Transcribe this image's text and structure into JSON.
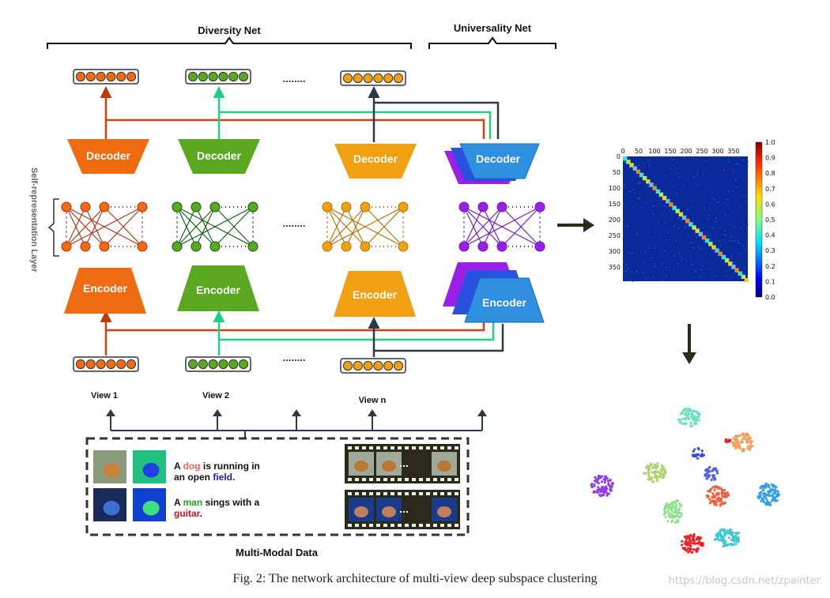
{
  "titles": {
    "diversity": "Diversity Net",
    "universality": "Universality Net",
    "self_rep": "Self-representation Layer",
    "multimodal": "Multi-Modal Data"
  },
  "blocks": {
    "decoder": "Decoder",
    "encoder": "Encoder"
  },
  "views": [
    "View 1",
    "View 2",
    "View n"
  ],
  "ellipsis": "........",
  "film_ellipsis": "...",
  "sentences": [
    {
      "pre": "A ",
      "key1": "dog",
      "mid": " is running in",
      "line2": "an open ",
      "key2": "field",
      "end": "."
    },
    {
      "pre": "A ",
      "key1": "man",
      "mid": " sings with a",
      "line2": "",
      "key2": "guitar",
      "end": "."
    }
  ],
  "colors": {
    "view1": "#f06a10",
    "view1_dark": "#c03a10",
    "view2": "#5aa820",
    "view2_dark": "#1a7a1a",
    "viewn": "#f0a010",
    "universal": "#2f8fe0",
    "purple": "#9a20e8",
    "green_line": "#20d080",
    "red_line": "#d04010",
    "dark_line": "#2b3a4a",
    "heat_bg": "#0a2a9a"
  },
  "heatmap": {
    "x_ticks": [
      "0",
      "50",
      "100",
      "150",
      "200",
      "250",
      "300",
      "350"
    ],
    "y_ticks": [
      "0",
      "50",
      "100",
      "150",
      "200",
      "250",
      "300",
      "350"
    ],
    "colorbar_ticks": [
      "1.0",
      "0.9",
      "0.8",
      "0.7",
      "0.6",
      "0.5",
      "0.4",
      "0.3",
      "0.2",
      "0.1",
      "0.0"
    ]
  },
  "caption": "Fig. 2: The network architecture of multi-view deep subspace clustering",
  "watermark": "https://blog.csdn.net/zpainter"
}
